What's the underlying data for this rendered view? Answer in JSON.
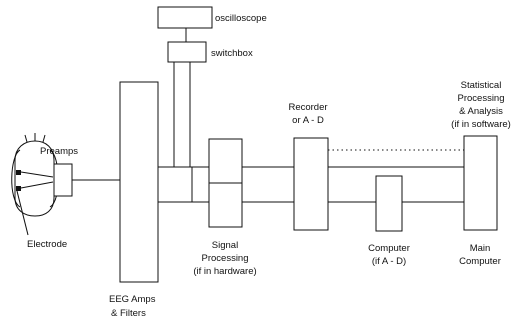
{
  "labels": {
    "oscilloscope": "oscilloscope",
    "switchbox": "switchbox",
    "preamps": "Preamps",
    "electrode": "Electrode",
    "eeg_amps": [
      "EEG Amps",
      "& Filters"
    ],
    "signal_processing": [
      "Signal",
      "Processing",
      "(if in hardware)"
    ],
    "recorder": [
      "Recorder",
      "or A - D"
    ],
    "computer_ad": [
      "Computer",
      "(if A - D)"
    ],
    "main_computer": [
      "Main",
      "Computer"
    ],
    "statistical": [
      "Statistical",
      "Processing",
      "& Analysis",
      "(if in software)"
    ]
  }
}
